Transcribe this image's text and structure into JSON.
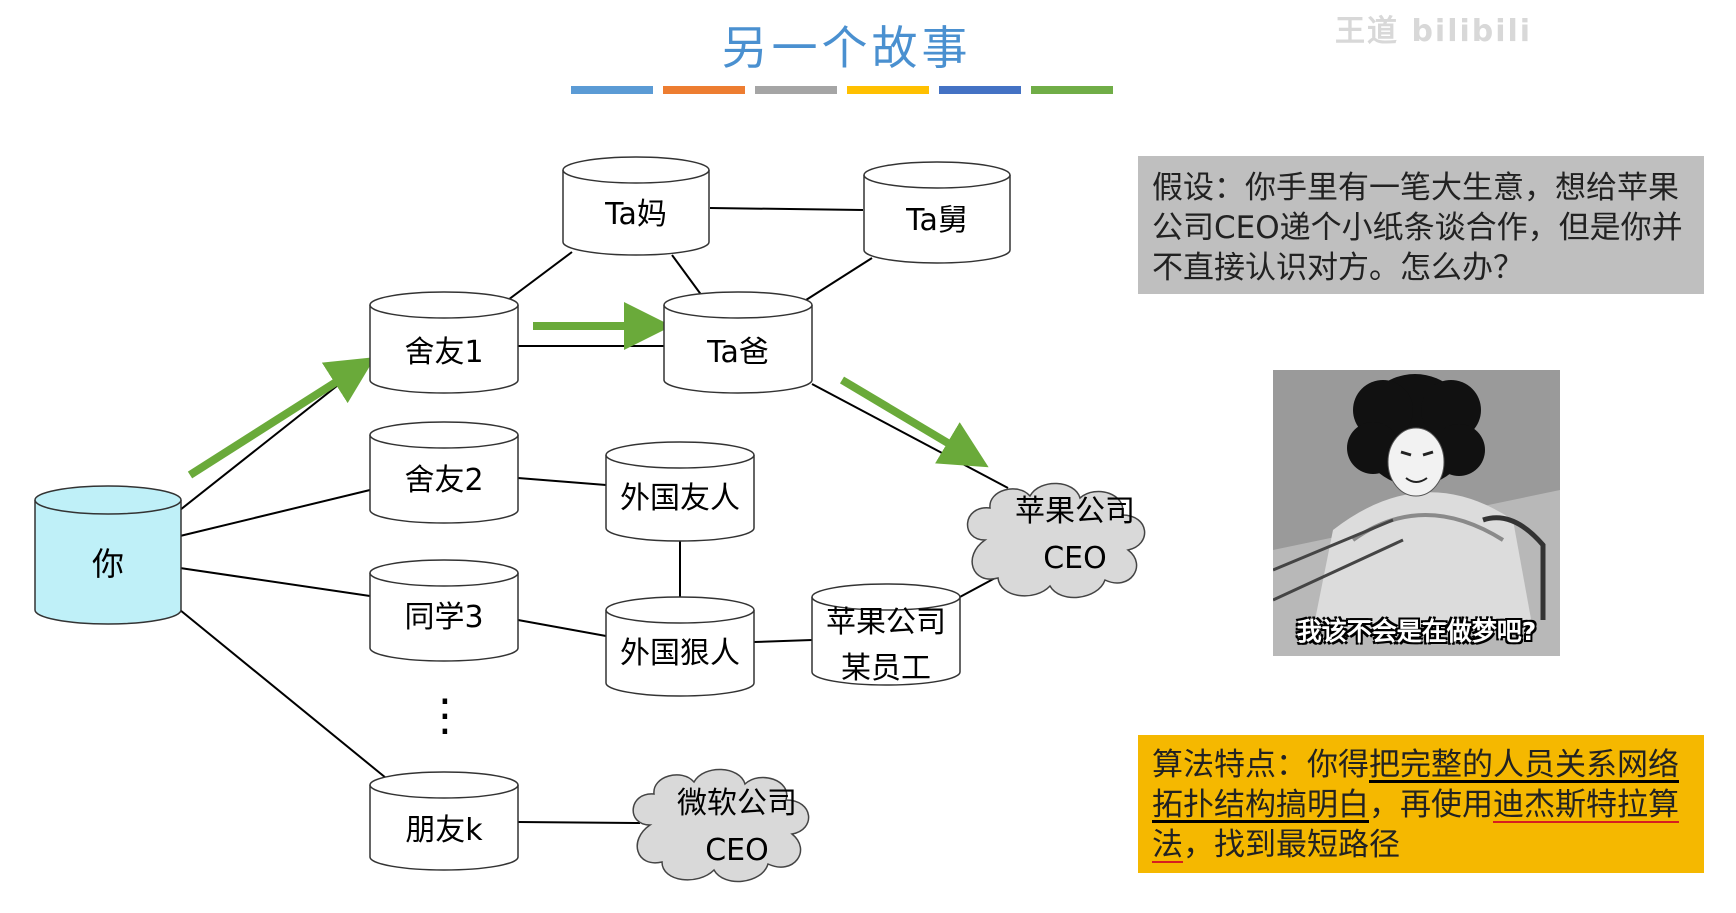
{
  "title": "另一个故事",
  "watermark": "王道 bilibili",
  "nodes": {
    "you": "你",
    "roommate1": "舍友1",
    "roommate2": "舍友2",
    "classmate3": "同学3",
    "friendk": "朋友k",
    "ta_mom": "Ta妈",
    "ta_uncle": "Ta舅",
    "ta_dad": "Ta爸",
    "foreign_friend": "外国友人",
    "foreign_wolf": "外国狠人",
    "apple_employee_line1": "苹果公司",
    "apple_employee_line2": "某员工",
    "apple_ceo_line1": "苹果公司",
    "apple_ceo_line2": "CEO",
    "ms_ceo_line1": "微软公司",
    "ms_ceo_line2": "CEO",
    "ellipsis": "⋮"
  },
  "note1": {
    "text": "假设：你手里有一笔大生意，想给苹果公司CEO递个小纸条谈合作，但是你并不直接认识对方。怎么办？"
  },
  "meme": {
    "caption": "我该不会是在做梦吧?"
  },
  "note2": {
    "prefix": "算法特点：你得",
    "underlined_black": "把完整的人员关系网络拓扑结构搞明白",
    "middle": "，再使用",
    "underlined_red": "迪杰斯特拉算法",
    "suffix": "，找到最短路径"
  },
  "colors": {
    "title": "#4a90d0",
    "you_fill": "#bff0f8",
    "arrow": "#6aaa3a",
    "cloud": "#d9d9d9",
    "note1_bg": "#bfbfbf",
    "note2_bg": "#f5b800",
    "bar_colors": [
      "#5b9bd5",
      "#ed7d31",
      "#a5a5a5",
      "#ffc000",
      "#4472c4",
      "#70ad47"
    ]
  }
}
